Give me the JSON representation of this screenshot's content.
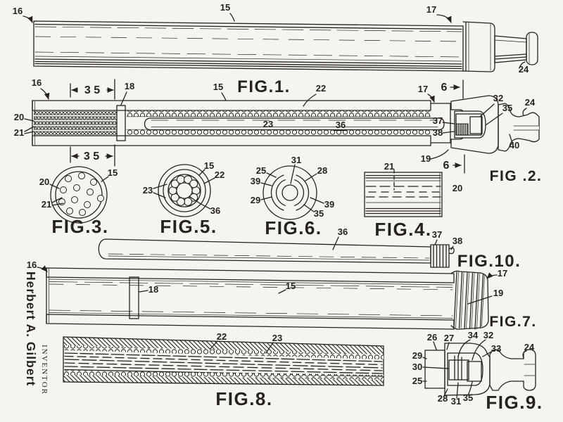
{
  "page": {
    "background": "#f6f4ef",
    "ink": "#26231f",
    "description": "Patent drawing sheet, smokeless non-tobacco cigarette, ten figures"
  },
  "inventor": {
    "name": "Herbert A. Gilbert",
    "title": "INVENTOR"
  },
  "figures": {
    "fig1": {
      "caption": "FIG.1.",
      "refs": {
        "r16": "16",
        "r15": "15",
        "r17": "17",
        "r24": "24"
      }
    },
    "fig2": {
      "caption": "FIG .2.",
      "refs": {
        "r16": "16",
        "dim35_top": "3 5",
        "r18": "18",
        "r15": "15",
        "r22": "22",
        "r17": "17",
        "dim6_top": "6",
        "r32": "32",
        "r35": "35",
        "r24": "24",
        "r20": "20",
        "r21": "21",
        "r23": "23",
        "r36": "36",
        "r37": "37",
        "r38": "38",
        "r19": "19",
        "dim35_bottom": "3 5",
        "dim6_bottom": "6",
        "r40": "40"
      }
    },
    "fig3": {
      "caption": "FIG.3.",
      "refs": {
        "r20": "20",
        "r21": "21",
        "r15": "15"
      }
    },
    "fig4": {
      "caption": "FIG.4.",
      "refs": {
        "r21": "21",
        "r20": "20"
      }
    },
    "fig5": {
      "caption": "FIG.5.",
      "refs": {
        "r23": "23",
        "r15": "15",
        "r22": "22",
        "r36": "36"
      }
    },
    "fig6": {
      "caption": "FIG.6.",
      "refs": {
        "r31": "31",
        "r25": "25",
        "r39a": "39",
        "r29": "29",
        "r28": "28",
        "r39b": "39",
        "r35": "35"
      }
    },
    "fig7": {
      "caption": "FIG.7.",
      "refs": {
        "r16": "16",
        "r18": "18",
        "r15": "15",
        "r17": "17",
        "r19": "19"
      }
    },
    "fig8": {
      "caption": "FIG.8.",
      "refs": {
        "r22": "22",
        "r23": "23"
      }
    },
    "fig9": {
      "caption": "FIG.9.",
      "refs": {
        "r26": "26",
        "r27": "27",
        "r34": "34",
        "r32": "32",
        "r33": "33",
        "r24": "24",
        "r29": "29",
        "r30": "30",
        "r25": "25",
        "r28": "28",
        "r31": "31",
        "r35": "35"
      }
    },
    "fig10": {
      "caption": "FIG.10.",
      "refs": {
        "r36": "36",
        "r37": "37",
        "r38": "38"
      }
    }
  }
}
